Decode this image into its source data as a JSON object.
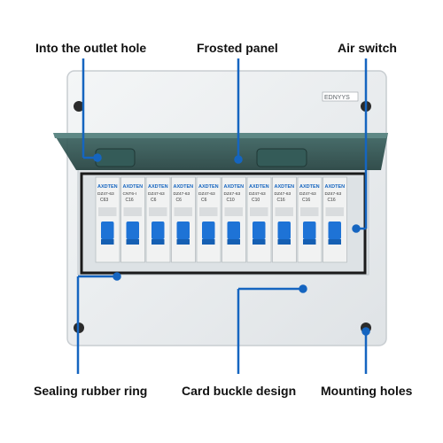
{
  "labels": {
    "outlet": "Into the outlet hole",
    "frosted": "Frosted panel",
    "air_switch": "Air switch",
    "sealing": "Sealing rubber ring",
    "buckle": "Card buckle design",
    "mounting": "Mounting holes"
  },
  "box_stamp": "EDNYYS",
  "breaker_brand": "AXDTEN",
  "breakers": [
    {
      "model": "DZ47-63",
      "rating": "C63"
    },
    {
      "model": "CNT6-I",
      "rating": "C16"
    },
    {
      "model": "DZ47-63",
      "rating": "C6"
    },
    {
      "model": "DZ47-63",
      "rating": "C6"
    },
    {
      "model": "DZ47-63",
      "rating": "C6"
    },
    {
      "model": "DZ47-63",
      "rating": "C10"
    },
    {
      "model": "DZ47-63",
      "rating": "C10"
    },
    {
      "model": "DZ47-63",
      "rating": "C16"
    },
    {
      "model": "DZ47-63",
      "rating": "C16"
    },
    {
      "model": "DZ47-63",
      "rating": "C16"
    }
  ],
  "colors": {
    "accent": "#1565c0",
    "box": "#e9ecef",
    "cover": "#2f5452",
    "breaker": "#f1f2f2",
    "toggle": "#1e73d6"
  }
}
